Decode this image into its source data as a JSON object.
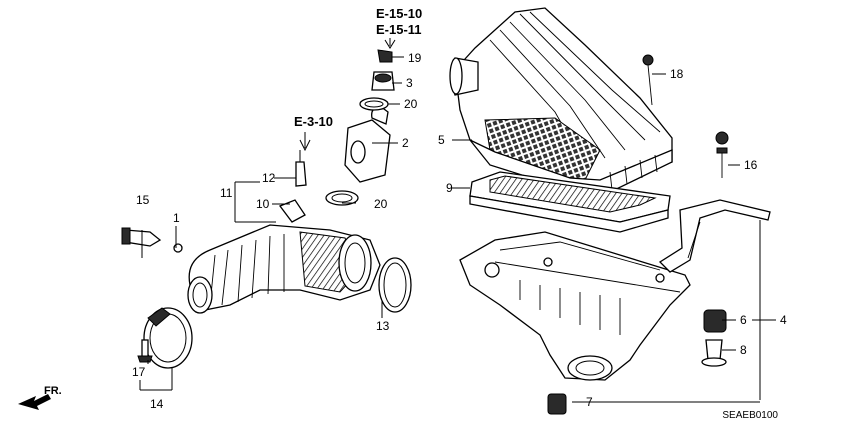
{
  "references": {
    "e15_10": "E-15-10",
    "e15_11": "E-15-11",
    "e3_10": "E-3-10"
  },
  "callouts": {
    "p1": "1",
    "p2": "2",
    "p3": "3",
    "p4": "4",
    "p5": "5",
    "p6": "6",
    "p7": "7",
    "p8": "8",
    "p9": "9",
    "p10": "10",
    "p11": "11",
    "p12": "12",
    "p13": "13",
    "p14": "14",
    "p15": "15",
    "p16": "16",
    "p17": "17",
    "p18": "18",
    "p19": "19",
    "p20a": "20",
    "p20b": "20"
  },
  "direction": {
    "label": "FR."
  },
  "diagram_code": "SEAEB0100"
}
